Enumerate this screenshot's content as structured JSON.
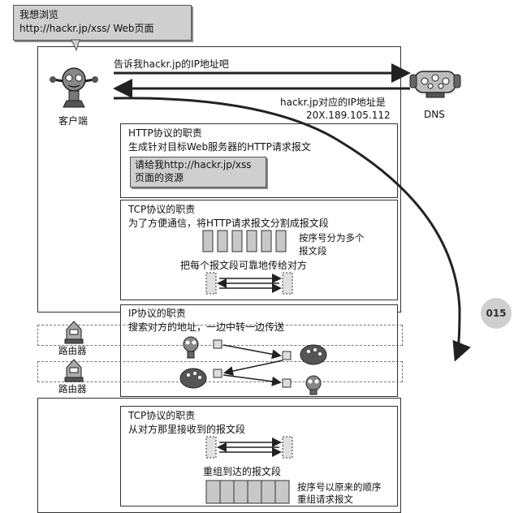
{
  "speech": {
    "line1": "我想浏览",
    "line2": "http://hackr.jp/xss/ Web页面"
  },
  "client": {
    "label": "客户端"
  },
  "dns": {
    "label": "DNS",
    "request": "告诉我hackr.jp的IP地址吧",
    "response_line1": "hackr.jp对应的IP地址是",
    "response_line2": "20X.189.105.112"
  },
  "http": {
    "title": "HTTP协议的职责",
    "desc": "生成针对目标Web服务器的HTTP请求报文",
    "message_line1": "请给我http://hackr.jp/xss",
    "message_line2": "页面的资源"
  },
  "tcp_send": {
    "title": "TCP协议的职责",
    "desc": "为了方便通信，将HTTP请求报文分割成报文段",
    "note_line1": "按序号分为多个",
    "note_line2": "报文段",
    "note2": "把每个报文段可靠地传给对方"
  },
  "ip": {
    "title": "IP协议的职责",
    "desc": "搜索对方的地址，一边中转一边传送"
  },
  "routers": [
    {
      "label": "路由器"
    },
    {
      "label": "路由器"
    }
  ],
  "tcp_recv": {
    "title": "TCP协议的职责",
    "desc": "从对方那里接收到的报文段",
    "note1": "重组到达的报文段",
    "note2_line1": "按序号以原来的顺序",
    "note2_line2": "重组请求报文"
  },
  "page_number": "015",
  "colors": {
    "panel_border": "#333333",
    "shade": "#cfcfcf",
    "badge": "#cfcfcf"
  }
}
